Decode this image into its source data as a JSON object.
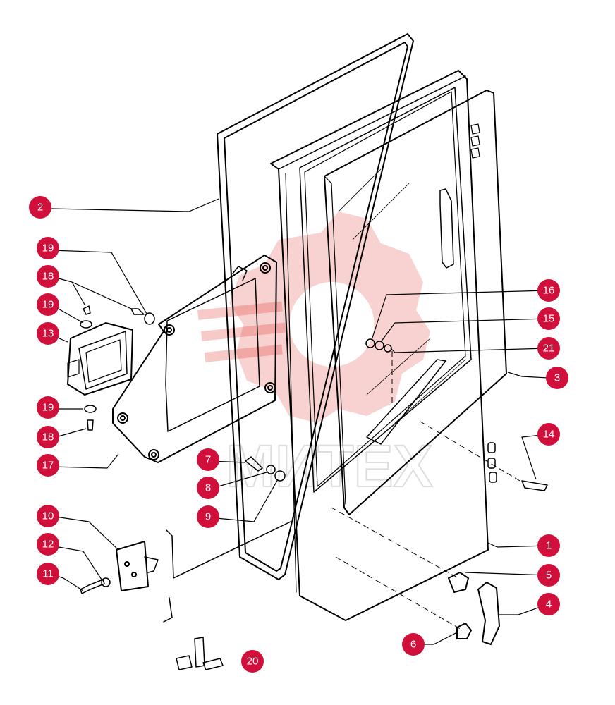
{
  "watermark": {
    "text": "МИТЕХ",
    "color": "#f08a8a"
  },
  "callout_color": "#d0103a",
  "callouts": [
    {
      "id": "c2",
      "label": "2"
    },
    {
      "id": "c19a",
      "label": "19"
    },
    {
      "id": "c18a",
      "label": "18"
    },
    {
      "id": "c19b",
      "label": "19"
    },
    {
      "id": "c13",
      "label": "13"
    },
    {
      "id": "c19c",
      "label": "19"
    },
    {
      "id": "c18b",
      "label": "18"
    },
    {
      "id": "c17",
      "label": "17"
    },
    {
      "id": "c16",
      "label": "16"
    },
    {
      "id": "c15",
      "label": "15"
    },
    {
      "id": "c21",
      "label": "21"
    },
    {
      "id": "c3",
      "label": "3"
    },
    {
      "id": "c14",
      "label": "14"
    },
    {
      "id": "c7",
      "label": "7"
    },
    {
      "id": "c8",
      "label": "8"
    },
    {
      "id": "c9",
      "label": "9"
    },
    {
      "id": "c10",
      "label": "10"
    },
    {
      "id": "c12",
      "label": "12"
    },
    {
      "id": "c11",
      "label": "11"
    },
    {
      "id": "c1",
      "label": "1"
    },
    {
      "id": "c5",
      "label": "5"
    },
    {
      "id": "c4",
      "label": "4"
    },
    {
      "id": "c6",
      "label": "6"
    },
    {
      "id": "c20",
      "label": "20"
    }
  ]
}
